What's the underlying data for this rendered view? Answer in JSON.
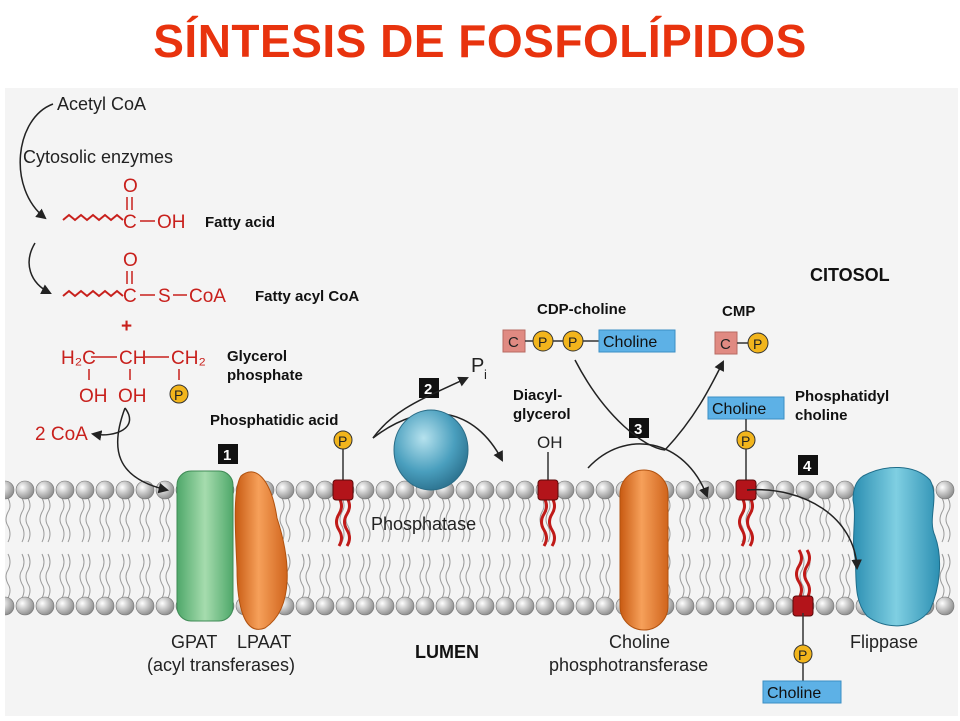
{
  "title": "SÍNTESIS DE FOSFOLÍPIDOS",
  "regions": {
    "cytosol": "CITOSOL",
    "lumen": "LUMEN"
  },
  "pathway": {
    "acetyl_coa": "Acetyl CoA",
    "cytosolic_enzymes": "Cytosolic enzymes",
    "fatty_acid": "Fatty acid",
    "fatty_acyl_coa": "Fatty acyl CoA",
    "plus": "+",
    "glycerol_phosphate": [
      "Glycerol",
      "phosphate"
    ],
    "two_coa": "2 CoA",
    "phosphatidic_acid": "Phosphatidic acid",
    "diacylglycerol": [
      "Diacyl-",
      "glycerol"
    ],
    "cdp_choline": "CDP-choline",
    "cmp": "CMP",
    "phosphatidylcholine": [
      "Phosphatidyl",
      "choline"
    ],
    "pi": "P",
    "pi_sub": "i",
    "oh": "OH"
  },
  "chem": {
    "O": "O",
    "C": "C",
    "S": "S",
    "OH": "OH",
    "CoA": "CoA",
    "H2C": "H₂C",
    "CH": "CH",
    "CH2": "CH₂"
  },
  "tokens": {
    "c": "C",
    "p": "P",
    "choline": "Choline"
  },
  "steps": [
    "1",
    "2",
    "3",
    "4"
  ],
  "enzymes": {
    "gpat": "GPAT",
    "lpaat": "LPAAT",
    "acyl_transferases": "(acyl transferases)",
    "phosphatase": "Phosphatase",
    "choline_phosphotransferase": [
      "Choline",
      "phosphotransferase"
    ],
    "flippase": "Flippase"
  },
  "colors": {
    "title": "#e8330e",
    "chemistry": "#c8201c",
    "choline_box": "#5db1e6",
    "c_box": "#e08a82",
    "phosphate": "#f2b51c",
    "gpat": "#72c28b",
    "lpaat": "#ec7d2a",
    "phosphatase": "#52a8c4",
    "flippase": "#3aa9c9"
  }
}
